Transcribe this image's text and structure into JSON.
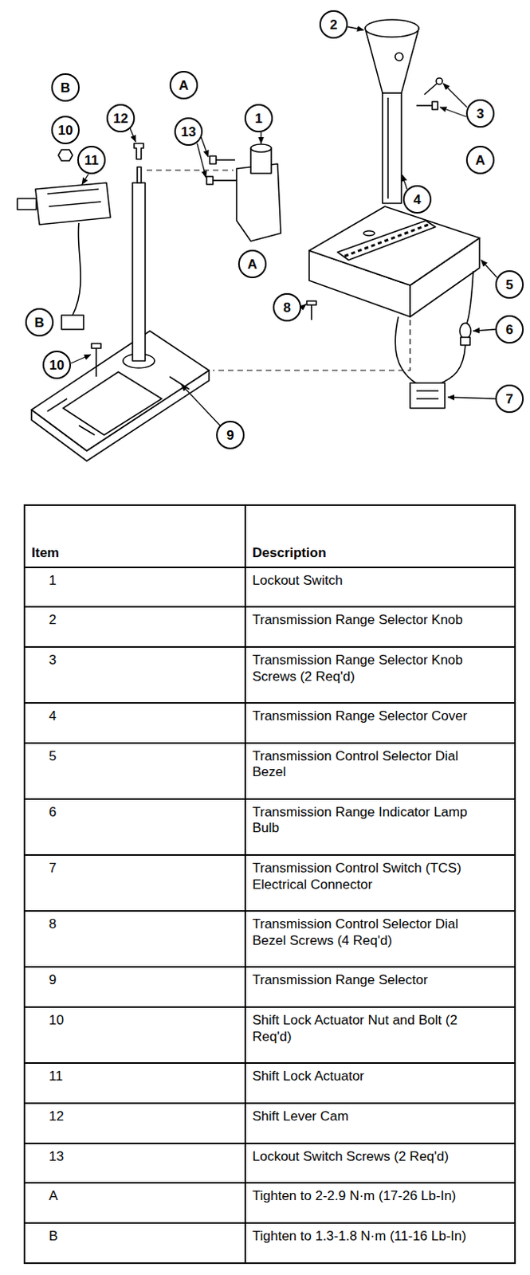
{
  "diagram": {
    "nodes": [
      {
        "text": [
          "2"
        ]
      },
      {
        "text": [
          "B"
        ]
      },
      {
        "text": [
          "A"
        ]
      },
      {
        "text": [
          "12"
        ]
      },
      {
        "text": [
          "1"
        ]
      },
      {
        "text": [
          "3"
        ]
      },
      {
        "text": [
          "10"
        ]
      },
      {
        "text": [
          "13"
        ]
      },
      {
        "text": [
          "11"
        ]
      },
      {
        "text": [
          "A"
        ]
      },
      {
        "text": [
          "4"
        ]
      },
      {
        "text": [
          "A"
        ]
      },
      {
        "text": [
          "5"
        ]
      },
      {
        "text": [
          "8"
        ]
      },
      {
        "text": [
          "B"
        ]
      },
      {
        "text": [
          "6"
        ]
      },
      {
        "text": [
          "10"
        ]
      },
      {
        "text": [
          "7"
        ]
      },
      {
        "text": [
          "9"
        ]
      }
    ],
    "labels": [
      "Item",
      "Description",
      "1",
      "Lockout Switch",
      "2",
      "Transmission Range Selector Knob",
      "3",
      "Transmission Range Selector Knob Screws (2 Req'd)",
      "4",
      "Transmission Range Selector Cover",
      "5",
      "Transmission Control Selector Dial Bezel",
      "6",
      "Transmission Range Indicator Lamp Bulb",
      "7",
      "Transmission Control Switch (TCS) Electrical Connector",
      "8",
      "Transmission Control Selector Dial Bezel Screws (4 Req'd)",
      "9",
      "Transmission Range Selector",
      "10",
      "Shift Lock Actuator Nut and Bolt (2 Req'd)",
      "11",
      "Shift Lock Actuator",
      "12",
      "Shift Lever Cam",
      "13",
      "Lockout Switch Screws (2 Req'd)",
      "A",
      "Tighten to 2-2.9 N·m (17-26 Lb-In)",
      "B",
      "Tighten to 1.3-1.8 N·m (11-16 Lb-In)"
    ]
  }
}
